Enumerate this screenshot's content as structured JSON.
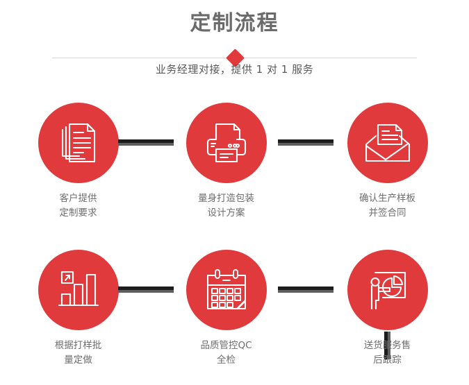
{
  "header": {
    "title": "定制流程",
    "subtitle": "业务经理对接，提供 1 对 1 服务",
    "divider_icon": "diamond-marker"
  },
  "theme": {
    "accent_red": "#e03a3c",
    "title_gray": "#6b6b6b",
    "label_gray": "#6e6e70",
    "connector_dark": "#1c1c1c",
    "connector_shadow": "#5e5e5e",
    "background": "#ffffff"
  },
  "flow": {
    "rows": [
      {
        "steps": [
          {
            "icon": "documents-stack-icon",
            "label_line1": "客户提供",
            "label_line2": "定制要求"
          },
          {
            "icon": "printer-icon",
            "label_line1": "量身打造包装",
            "label_line2": "设计方案"
          },
          {
            "icon": "open-envelope-document-icon",
            "label_line1": "确认生产样板",
            "label_line2": "并签合同"
          }
        ]
      },
      {
        "steps": [
          {
            "icon": "bar-chart-growth-icon",
            "label_line1": "根据打样批",
            "label_line2": "量定做"
          },
          {
            "icon": "calendar-icon",
            "label_line1": "品质管控QC",
            "label_line2": "全检"
          },
          {
            "icon": "presenter-pie-chart-icon",
            "label_line1": "送货服务售",
            "label_line2": "后跟踪"
          }
        ]
      }
    ],
    "connectors": [
      {
        "name": "connector-step1-step2",
        "orientation": "horizontal"
      },
      {
        "name": "connector-step2-step3",
        "orientation": "horizontal"
      },
      {
        "name": "connector-step3-step6",
        "orientation": "vertical"
      },
      {
        "name": "connector-step4-step5",
        "orientation": "horizontal"
      },
      {
        "name": "connector-step5-step6",
        "orientation": "horizontal"
      }
    ]
  }
}
